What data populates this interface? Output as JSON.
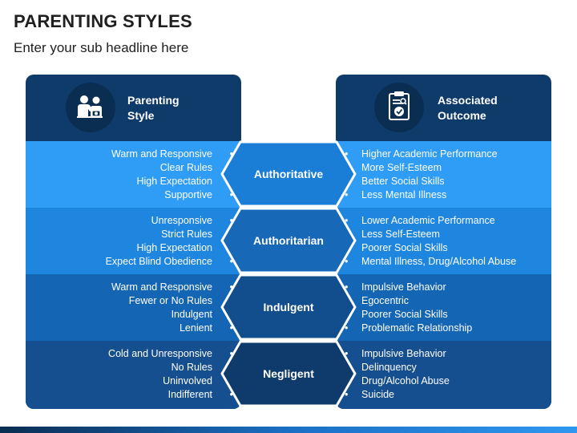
{
  "title": "PARENTING STYLES",
  "subtitle": "Enter your sub headline here",
  "left_header": {
    "line1": "Parenting",
    "line2": "Style",
    "icon": "parent-child-icon"
  },
  "right_header": {
    "line1": "Associated",
    "line2": "Outcome",
    "icon": "clipboard-check-icon"
  },
  "colors": {
    "panel": "#0f3b6b",
    "band1": "#2f9cf5",
    "band2": "#1f86e0",
    "band3": "#1565b5",
    "band4": "#164f8f",
    "arrow1": "#1a7ed6",
    "arrow2": "#1868b8",
    "arrow3": "#124e8e",
    "arrow4": "#0e3b6c"
  },
  "rows": [
    {
      "style": "Authoritative",
      "traits": [
        "Warm and Responsive",
        "Clear Rules",
        "High Expectation",
        "Supportive"
      ],
      "outcomes": [
        "Higher Academic Performance",
        "More Self-Esteem",
        "Better Social Skills",
        "Less Mental Illness"
      ]
    },
    {
      "style": "Authoritarian",
      "traits": [
        "Unresponsive",
        "Strict Rules",
        "High Expectation",
        "Expect Blind Obedience"
      ],
      "outcomes": [
        "Lower Academic Performance",
        "Less Self-Esteem",
        "Poorer Social Skills",
        "Mental Illness, Drug/Alcohol Abuse"
      ]
    },
    {
      "style": "Indulgent",
      "traits": [
        "Warm and Responsive",
        "Fewer or No Rules",
        "Indulgent",
        "Lenient"
      ],
      "outcomes": [
        "Impulsive Behavior",
        "Egocentric",
        "Poorer Social Skills",
        "Problematic Relationship"
      ]
    },
    {
      "style": "Negligent",
      "traits": [
        "Cold and Unresponsive",
        "No Rules",
        "Uninvolved",
        "Indifferent"
      ],
      "outcomes": [
        "Impulsive Behavior",
        "Delinquency",
        "Drug/Alcohol Abuse",
        "Suicide"
      ]
    }
  ]
}
